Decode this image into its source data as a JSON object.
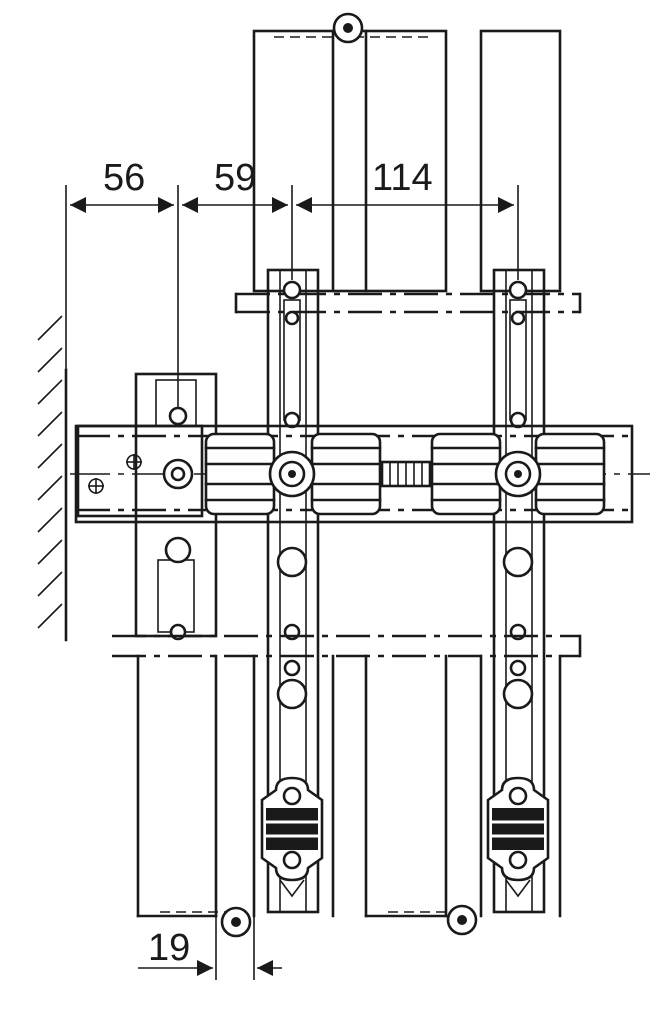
{
  "drawing": {
    "dimensions": [
      {
        "id": "dim-56",
        "label": "56"
      },
      {
        "id": "dim-59",
        "label": "59"
      },
      {
        "id": "dim-114",
        "label": "114"
      },
      {
        "id": "dim-19",
        "label": "19"
      }
    ],
    "units": "mm",
    "colors": {
      "ink": "#1a1a1a",
      "background": "#ffffff"
    }
  }
}
